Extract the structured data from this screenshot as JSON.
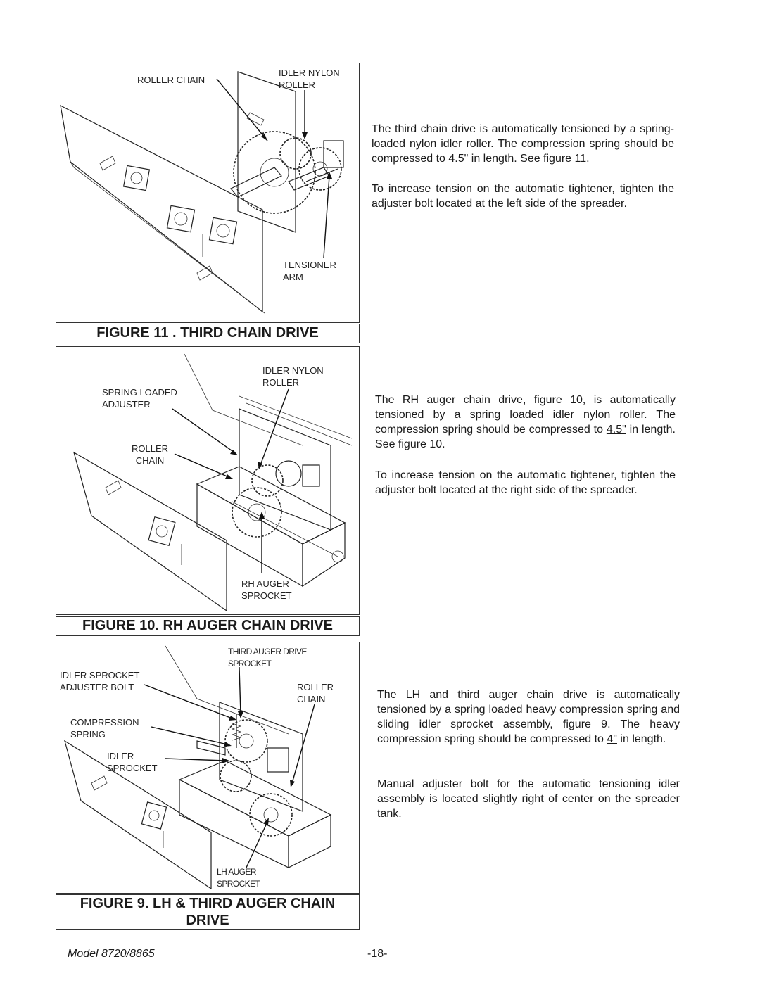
{
  "figure11": {
    "caption": "FIGURE  11 . THIRD CHAIN DRIVE",
    "labels": {
      "roller_chain": "ROLLER CHAIN",
      "idler_nylon_roller": "IDLER NYLON\nROLLER",
      "tensioner_arm": "TENSIONER\nARM"
    }
  },
  "figure10": {
    "caption": "FIGURE 10. RH AUGER CHAIN DRIVE",
    "labels": {
      "idler_nylon_roller": "IDLER NYLON\nROLLER",
      "spring_loaded_adjuster": "SPRING LOADED\nADJUSTER",
      "roller_chain": "ROLLER\nCHAIN",
      "rh_auger_sprocket": "RH AUGER\nSPROCKET"
    }
  },
  "figure9": {
    "caption": "FIGURE 9. LH & THIRD AUGER CHAIN\nDRIVE",
    "labels": {
      "third_auger_drive_sprocket": "THIRD AUGER DRIVE\nSPROCKET",
      "idler_sprocket_adjuster_bolt": "IDLER SPROCKET\nADJUSTER BOLT",
      "roller_chain": "ROLLER\nCHAIN",
      "compression_spring": "COMPRESSION\nSPRING",
      "idler_sprocket": "IDLER\nSPROCKET",
      "lh_auger_sprocket": "LH AUGER\nSPROCKET"
    }
  },
  "text": {
    "p1a_before": "The third chain drive is automatically tensioned by a spring-loaded nylon idler roller.  The compression spring should be compressed to ",
    "p1a_value": "4.5\"",
    "p1a_after": " in length.   See figure 11.",
    "p1b": "To increase tension on the automatic tightener, tighten the adjuster bolt located at the left side of the spreader.",
    "p2a_before": "The RH auger chain drive, figure 10, is automatically tensioned by a spring loaded idler nylon roller. The compression spring should be compressed to ",
    "p2a_value": "4.5\"",
    "p2a_after": " in length. See figure 10.",
    "p2b": "To increase tension on the automatic tightener, tighten the adjuster bolt located at the right side of the spreader.",
    "p3a_before": "The LH and third auger chain drive is automatically tensioned by a spring loaded heavy compression spring and sliding idler sprocket assembly, figure 9. The heavy compression spring should be compressed to ",
    "p3a_value": "4\"",
    "p3a_after": " in length.",
    "p3b": "Manual adjuster bolt for the automatic tensioning idler assembly is located slightly right of center on the spreader tank."
  },
  "footer": {
    "model": "Model 8720/8865",
    "page": "-18-"
  }
}
